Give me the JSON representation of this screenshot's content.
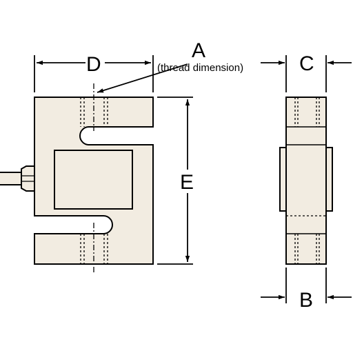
{
  "labels": {
    "a": "A",
    "thread_note": "(thread dimension)",
    "b": "B",
    "c": "C",
    "d": "D",
    "e": "E"
  },
  "colors": {
    "body_fill": "#f2ece1",
    "line": "#000000",
    "background": "#ffffff"
  }
}
